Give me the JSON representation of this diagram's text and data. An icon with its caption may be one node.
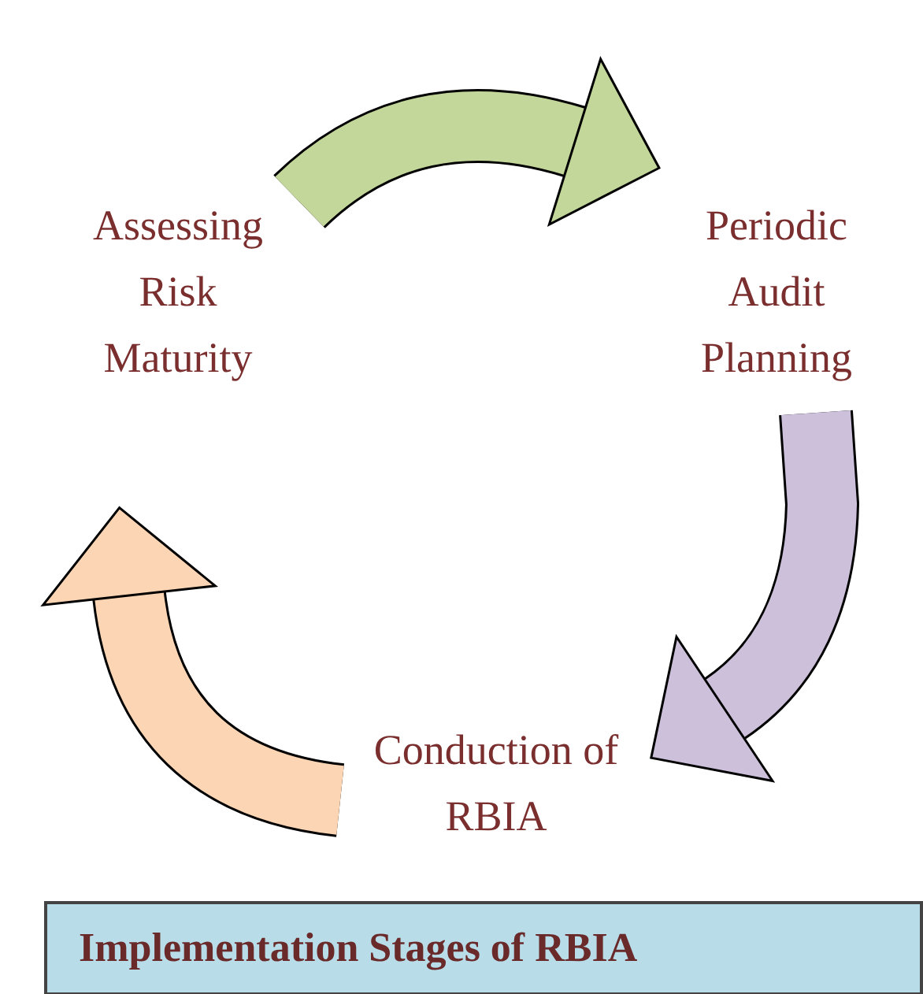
{
  "diagram": {
    "title": "Implementation Stages of RBIA",
    "nodes": [
      {
        "text": [
          "Assessing Risk Maturity"
        ]
      },
      {
        "text": [
          "Periodic Audit Planning"
        ]
      },
      {
        "text": [
          "Conduction of RBIA"
        ]
      }
    ],
    "edges": [
      {
        "from": 0,
        "to": 1,
        "arrow": "to",
        "color": "#c4d79b"
      },
      {
        "from": 1,
        "to": 2,
        "arrow": "to",
        "color": "#ccc0da"
      },
      {
        "from": 2,
        "to": 0,
        "arrow": "to",
        "color": "#fcd5b4"
      }
    ]
  }
}
